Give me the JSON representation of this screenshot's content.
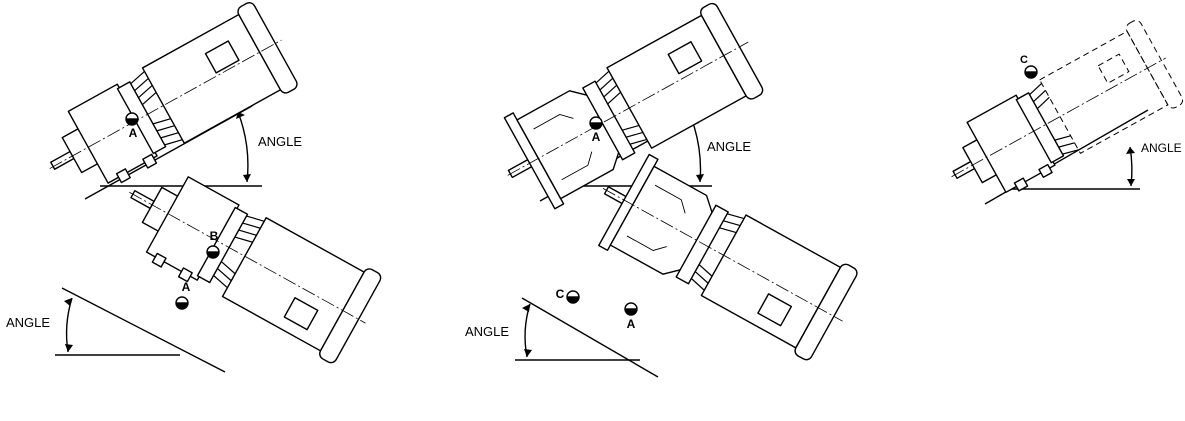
{
  "labels": {
    "angle": "ANGLE",
    "oil_a": "A",
    "oil_b": "B",
    "oil_c": "C"
  },
  "figures": [
    {
      "id": "fig1",
      "angle_label": "ANGLE",
      "oil_marks": [
        "A"
      ]
    },
    {
      "id": "fig2",
      "angle_label": "ANGLE",
      "oil_marks": [
        "A"
      ]
    },
    {
      "id": "fig3",
      "angle_label": "ANGLE",
      "oil_marks": [
        "C"
      ]
    },
    {
      "id": "fig4",
      "angle_label": "ANGLE",
      "oil_marks": [
        "A",
        "B"
      ]
    },
    {
      "id": "fig5",
      "angle_label": "ANGLE",
      "oil_marks": [
        "A",
        "C"
      ]
    }
  ],
  "colors": {
    "line": "#000000",
    "background": "#ffffff"
  }
}
